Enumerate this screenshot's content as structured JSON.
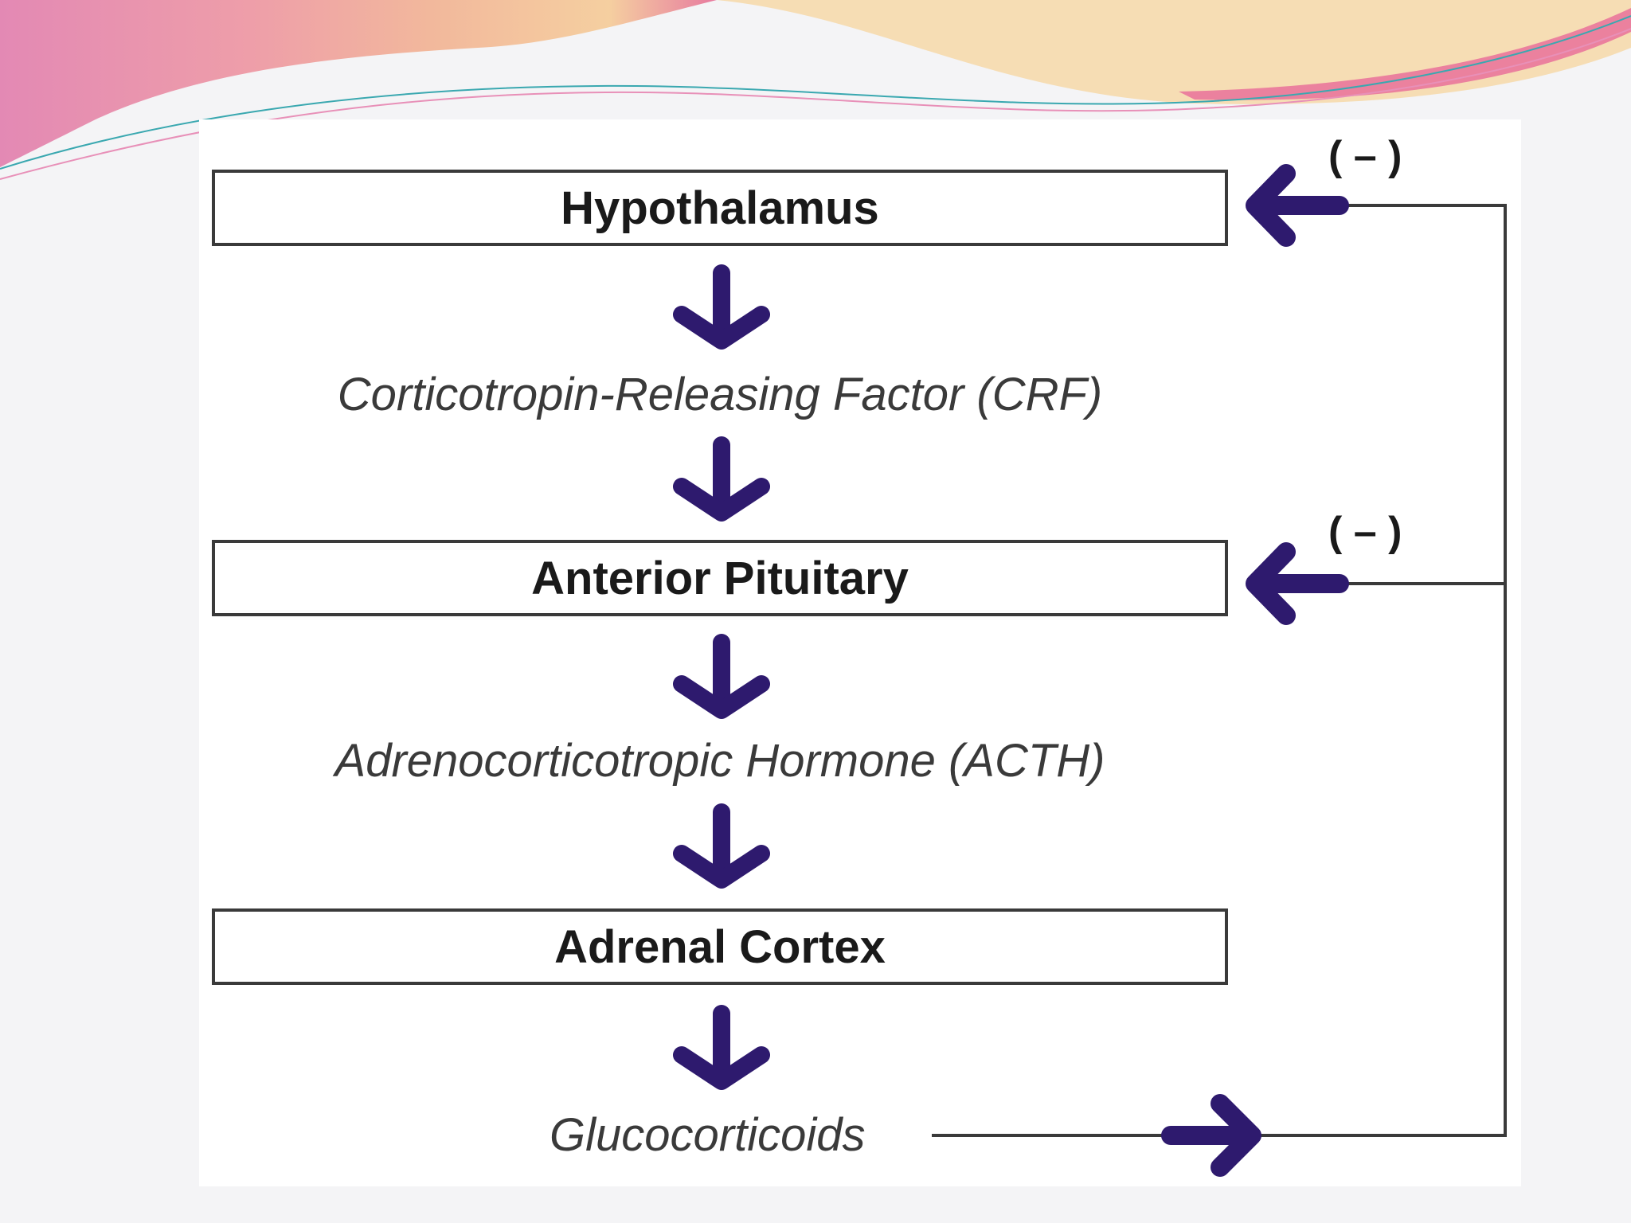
{
  "slide": {
    "background": "#f4f4f6",
    "banner_colors": [
      "#e389b4",
      "#f0b39a",
      "#f6d3a0",
      "#e86a9a"
    ]
  },
  "diagram": {
    "arrow_color": "#2e1a6e",
    "line_color": "#3a3a3a",
    "nodes": {
      "hypothalamus": "Hypothalamus",
      "anterior_pituitary": "Anterior Pituitary",
      "adrenal_cortex": "Adrenal Cortex"
    },
    "hormones": {
      "crf": "Corticotropin-Releasing Factor (CRF)",
      "acth": "Adrenocorticotropic Hormone (ACTH)",
      "glucocorticoids": "Glucocorticoids"
    },
    "feedback": {
      "hypothalamus_sign": "( – )",
      "pituitary_sign": "( – )"
    }
  }
}
